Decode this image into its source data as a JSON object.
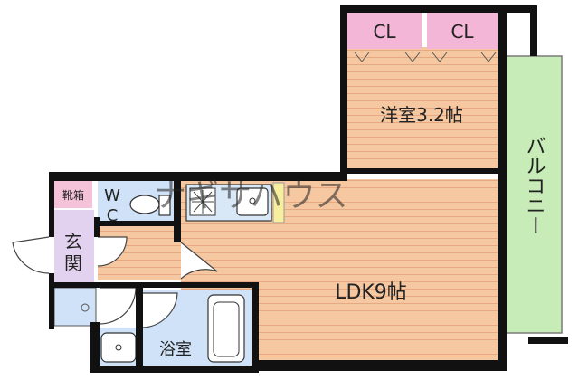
{
  "floorplan": {
    "closet_left": "CL",
    "closet_right": "CL",
    "western_room": "洋室3.2帖",
    "balcony": "バルコニー",
    "shoe_box": "靴箱",
    "toilet_w": "W",
    "toilet_c": "C",
    "entrance_top": "玄",
    "entrance_bottom": "関",
    "ldk": "LDK9帖",
    "bathroom": "浴室",
    "watermark": "ナギサハウス"
  },
  "colors": {
    "wood_floor": "#f6c8a1",
    "wood_line": "#e6a984",
    "closet_pink": "#f4b6d6",
    "balcony_green": "#c7ecb8",
    "wet_blue": "#cfe2f7",
    "shoe_pink": "#f4c3da",
    "entrance_lilac": "#e2d2ef",
    "kitchen_yellow": "#f8ef9e",
    "wall": "#111111"
  }
}
